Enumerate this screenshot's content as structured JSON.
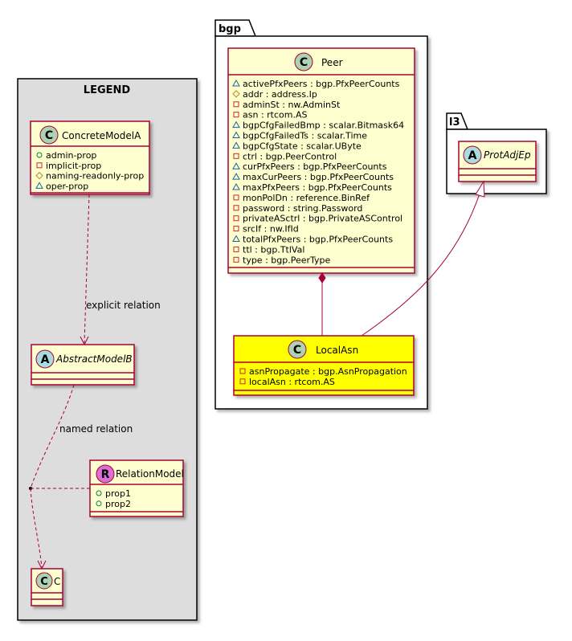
{
  "legend": {
    "title": "LEGEND",
    "concrete": {
      "stereotype": "C",
      "name": "ConcreteModelA",
      "attrs": [
        {
          "vis": "public",
          "text": "admin-prop"
        },
        {
          "vis": "private",
          "text": "implicit-prop"
        },
        {
          "vis": "protected",
          "text": "naming-readonly-prop"
        },
        {
          "vis": "package",
          "text": "oper-prop"
        }
      ]
    },
    "abstract": {
      "stereotype": "A",
      "name": "AbstractModelB"
    },
    "relation_model": {
      "stereotype": "R",
      "name": "RelationModel",
      "attrs": [
        {
          "vis": "public",
          "text": "prop1"
        },
        {
          "vis": "public",
          "text": "prop2"
        }
      ]
    },
    "c": {
      "stereotype": "C",
      "name": "C"
    },
    "explicit_relation_label": "explicit relation",
    "named_relation_label": "named relation"
  },
  "bgp": {
    "package_name": "bgp",
    "peer": {
      "stereotype": "C",
      "name": "Peer",
      "attrs": [
        {
          "vis": "package",
          "text": "activePfxPeers : bgp.PfxPeerCounts"
        },
        {
          "vis": "protected",
          "text": "addr : address.Ip"
        },
        {
          "vis": "private",
          "text": "adminSt : nw.AdminSt"
        },
        {
          "vis": "private",
          "text": "asn : rtcom.AS"
        },
        {
          "vis": "package",
          "text": "bgpCfgFailedBmp : scalar.Bitmask64"
        },
        {
          "vis": "package",
          "text": "bgpCfgFailedTs : scalar.Time"
        },
        {
          "vis": "package",
          "text": "bgpCfgState : scalar.UByte"
        },
        {
          "vis": "private",
          "text": "ctrl : bgp.PeerControl"
        },
        {
          "vis": "package",
          "text": "curPfxPeers : bgp.PfxPeerCounts"
        },
        {
          "vis": "package",
          "text": "maxCurPeers : bgp.PfxPeerCounts"
        },
        {
          "vis": "package",
          "text": "maxPfxPeers : bgp.PfxPeerCounts"
        },
        {
          "vis": "private",
          "text": "monPolDn : reference.BinRef"
        },
        {
          "vis": "private",
          "text": "password : string.Password"
        },
        {
          "vis": "private",
          "text": "privateASctrl : bgp.PrivateASControl"
        },
        {
          "vis": "private",
          "text": "srcIf : nw.IfId"
        },
        {
          "vis": "package",
          "text": "totalPfxPeers : bgp.PfxPeerCounts"
        },
        {
          "vis": "private",
          "text": "ttl : bgp.TtlVal"
        },
        {
          "vis": "private",
          "text": "type : bgp.PeerType"
        }
      ]
    },
    "localasn": {
      "stereotype": "C",
      "name": "LocalAsn",
      "attrs": [
        {
          "vis": "private",
          "text": "asnPropagate : bgp.AsnPropagation"
        },
        {
          "vis": "private",
          "text": "localAsn : rtcom.AS"
        }
      ]
    }
  },
  "l3": {
    "package_name": "l3",
    "protadjep": {
      "stereotype": "A",
      "name": "ProtAdjEp"
    }
  },
  "colors": {
    "class_fill": "#FEFECE",
    "border": "#A80036",
    "highlight_fill": "#FFFF00",
    "legend_fill": "#DDDDDD",
    "circle_c": "#ADD1B2",
    "circle_a": "#A9DCDF",
    "circle_r": "#DA70D6",
    "line": "#A80036"
  }
}
